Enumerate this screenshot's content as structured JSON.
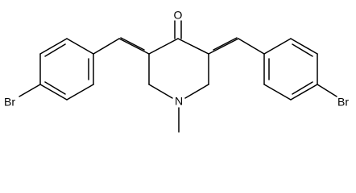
{
  "molecule": {
    "atoms": {
      "oxygen": "O",
      "nitrogen": "N",
      "bromine_left": "Br",
      "bromine_right": "Br"
    }
  },
  "colors": {
    "bond": "#000000",
    "label": "#000000",
    "background": "#ffffff"
  }
}
